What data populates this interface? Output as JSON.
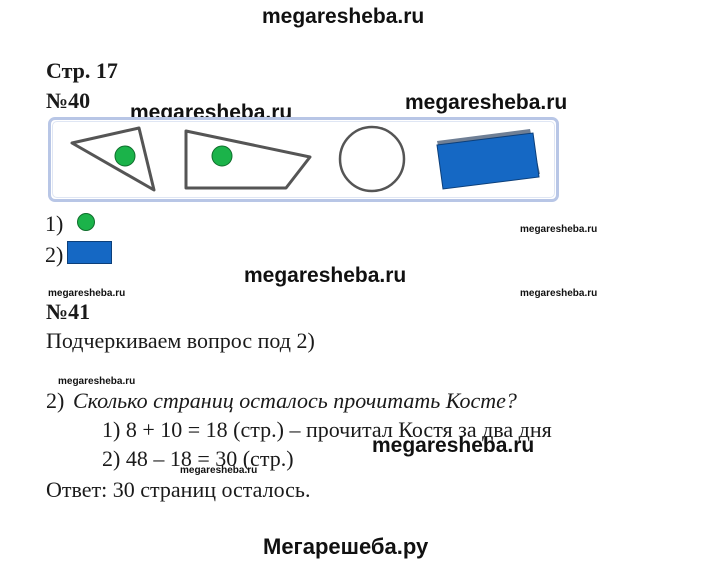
{
  "watermarks": {
    "top": "megaresheba.ru",
    "shapes_left": "megaresheba.ru",
    "shapes_right": "megaresheba.ru",
    "small_right_1": "megaresheba.ru",
    "middle": "megaresheba.ru",
    "small_left_2": "megaresheba.ru",
    "small_right_2": "megaresheba.ru",
    "small_left_3": "megaresheba.ru",
    "mid_right": "megaresheba.ru",
    "small_inline": "megaresheba.ru",
    "bottom": "Мегарешеба.ру"
  },
  "page": {
    "page_label": "Стр. 17"
  },
  "task40": {
    "number": "№40",
    "answers": [
      {
        "label": "1)",
        "shape": "green-circle"
      },
      {
        "label": "2)",
        "shape": "blue-rectangle"
      }
    ]
  },
  "task41": {
    "number": "№41",
    "intro": "Подчеркиваем вопрос под 2)",
    "question_num": "2)",
    "question": "Сколько страниц осталось прочитать Косте?",
    "steps": [
      "1) 8 + 10 = 18 (стр.) – прочитал Костя за два дня",
      "2) 48 – 18 = 30 (стр.)"
    ],
    "answer": "Ответ: 30 страниц осталось."
  },
  "colors": {
    "frame_border": "#b8c6e6",
    "green": "#1bb34a",
    "blue": "#1568c4"
  }
}
